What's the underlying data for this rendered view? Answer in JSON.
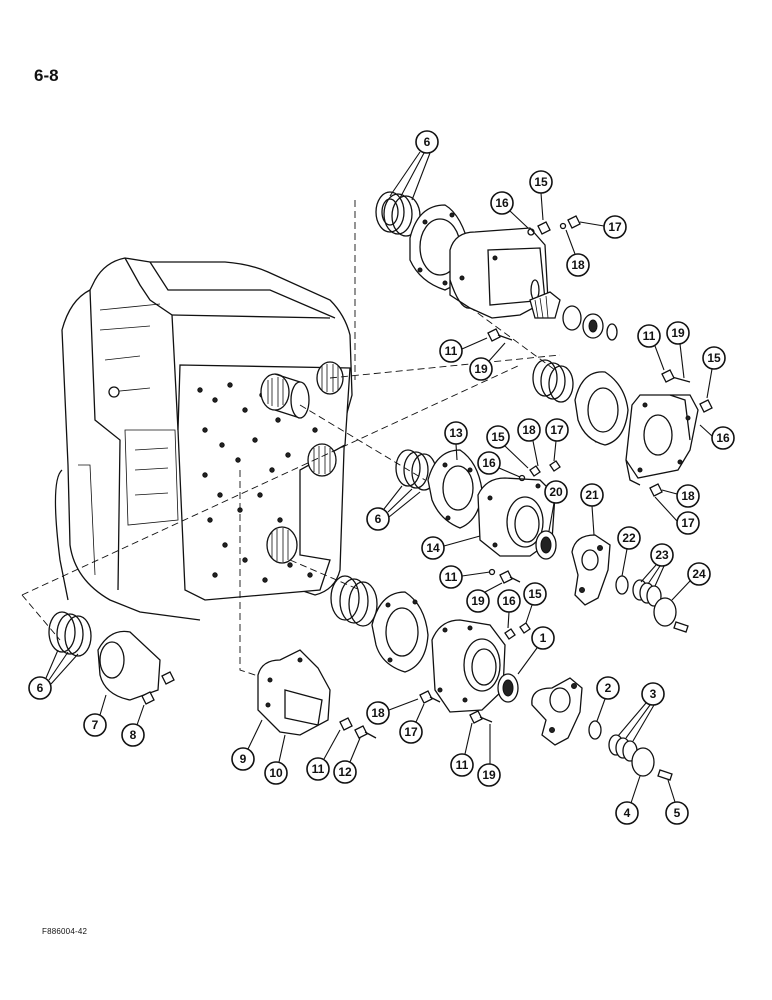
{
  "page": {
    "page_ref": "6-8",
    "figure_code": "F886004-42"
  },
  "callouts": [
    {
      "id": "c6-top",
      "label": "6"
    },
    {
      "id": "c15-top",
      "label": "15"
    },
    {
      "id": "c16-top",
      "label": "16"
    },
    {
      "id": "c17-top",
      "label": "17"
    },
    {
      "id": "c18-top",
      "label": "18"
    },
    {
      "id": "c11-top",
      "label": "11"
    },
    {
      "id": "c19-top",
      "label": "19"
    },
    {
      "id": "c11-right",
      "label": "11"
    },
    {
      "id": "c19-right",
      "label": "19"
    },
    {
      "id": "c15-right",
      "label": "15"
    },
    {
      "id": "c16-right",
      "label": "16"
    },
    {
      "id": "c18-right",
      "label": "18"
    },
    {
      "id": "c17-right",
      "label": "17"
    },
    {
      "id": "c13",
      "label": "13"
    },
    {
      "id": "c15-mid",
      "label": "15"
    },
    {
      "id": "c18-mid",
      "label": "18"
    },
    {
      "id": "c17-mid",
      "label": "17"
    },
    {
      "id": "c16-mid",
      "label": "16"
    },
    {
      "id": "c20",
      "label": "20"
    },
    {
      "id": "c21",
      "label": "21"
    },
    {
      "id": "c6-mid",
      "label": "6"
    },
    {
      "id": "c14",
      "label": "14"
    },
    {
      "id": "c22",
      "label": "22"
    },
    {
      "id": "c23",
      "label": "23"
    },
    {
      "id": "c24",
      "label": "24"
    },
    {
      "id": "c11-mid",
      "label": "11"
    },
    {
      "id": "c19-mid",
      "label": "19"
    },
    {
      "id": "c16-low",
      "label": "16"
    },
    {
      "id": "c15-low",
      "label": "15"
    },
    {
      "id": "c1",
      "label": "1"
    },
    {
      "id": "c6-left",
      "label": "6"
    },
    {
      "id": "c2",
      "label": "2"
    },
    {
      "id": "c3",
      "label": "3"
    },
    {
      "id": "c7",
      "label": "7"
    },
    {
      "id": "c8",
      "label": "8"
    },
    {
      "id": "c18-low",
      "label": "18"
    },
    {
      "id": "c17-low",
      "label": "17"
    },
    {
      "id": "c9",
      "label": "9"
    },
    {
      "id": "c10",
      "label": "10"
    },
    {
      "id": "c11-low",
      "label": "11"
    },
    {
      "id": "c12",
      "label": "12"
    },
    {
      "id": "c11-bottom",
      "label": "11"
    },
    {
      "id": "c19-bottom",
      "label": "19"
    },
    {
      "id": "c4",
      "label": "4"
    },
    {
      "id": "c5",
      "label": "5"
    }
  ]
}
